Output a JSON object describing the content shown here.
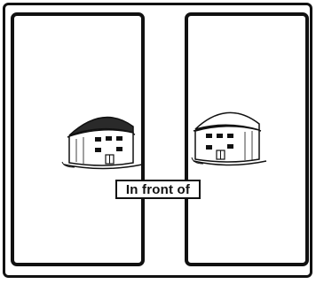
{
  "caption": {
    "text": "In front of"
  },
  "panels": [
    {
      "id": "left",
      "icon": "house-icon",
      "roof": "dark"
    },
    {
      "id": "right",
      "icon": "house-icon",
      "roof": "light"
    }
  ],
  "colors": {
    "ink": "#111111",
    "dark_roof": "#2a2a2a",
    "light_roof": "#ffffff",
    "paper": "#ffffff"
  }
}
